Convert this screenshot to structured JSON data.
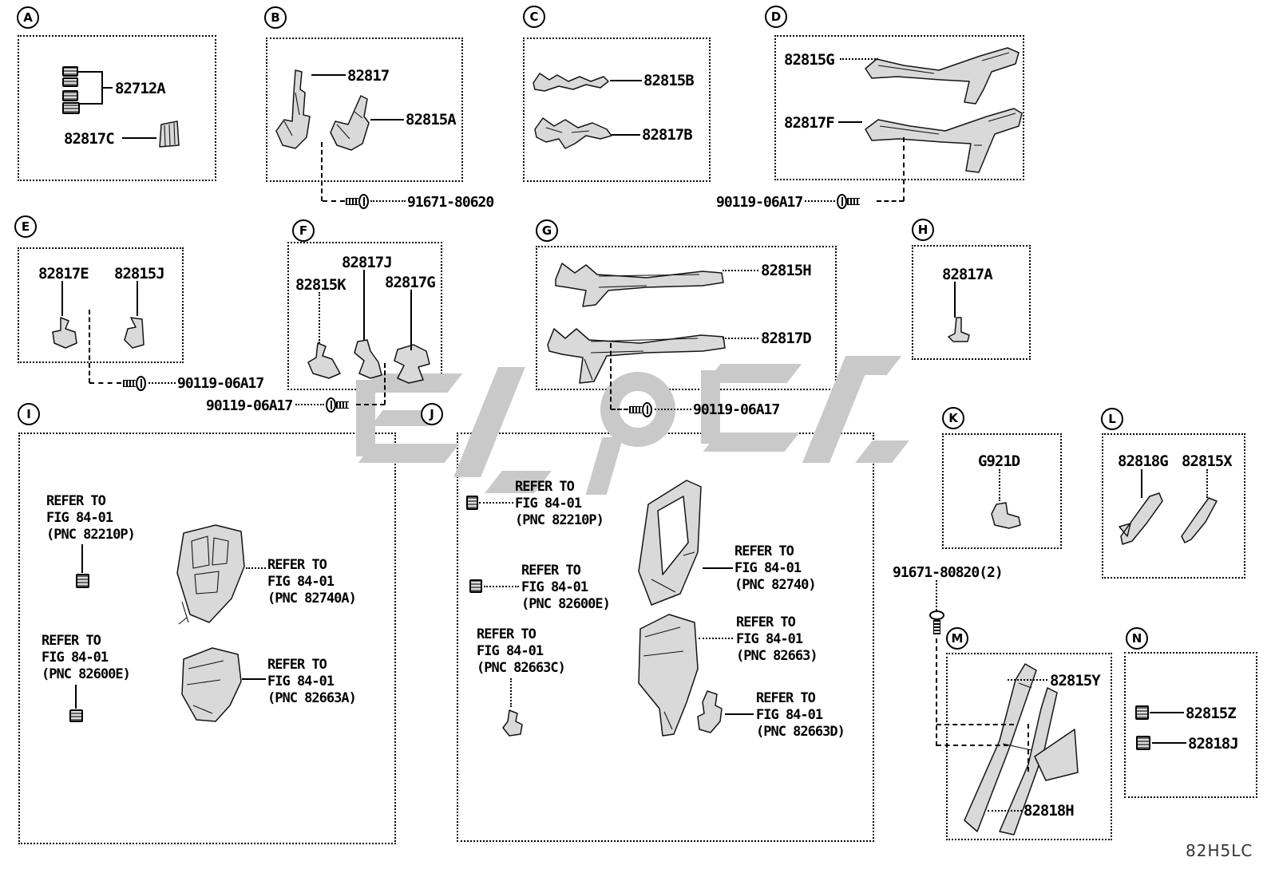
{
  "figure_code": "82H5LC",
  "colors": {
    "ink": "#111111",
    "watermark": "#c9c9c9",
    "background": "#ffffff"
  },
  "icons": {
    "bolt_icon": "hex-washer-head-screw",
    "clip_icon": "wiring-clamp-clip"
  },
  "sections": {
    "a": {
      "letter": "A",
      "part1": "82712A",
      "part2": "82817C"
    },
    "b": {
      "letter": "B",
      "part1": "82817",
      "part2": "82815A",
      "bolt": "91671-80620"
    },
    "c": {
      "letter": "C",
      "part1": "82815B",
      "part2": "82817B"
    },
    "d": {
      "letter": "D",
      "part1": "82815G",
      "part2": "82817F",
      "bolt": "90119-06A17"
    },
    "e": {
      "letter": "E",
      "part1": "82817E",
      "part2": "82815J",
      "bolt": "90119-06A17"
    },
    "f": {
      "letter": "F",
      "part1": "82817J",
      "part2": "82815K",
      "part3": "82817G",
      "bolt": "90119-06A17"
    },
    "g": {
      "letter": "G",
      "part1": "82815H",
      "part2": "82817D",
      "bolt": "90119-06A17"
    },
    "h": {
      "letter": "H",
      "part1": "82817A"
    },
    "i": {
      "letter": "I",
      "refs": [
        {
          "l1": "REFER TO",
          "l2": "FIG 84-01",
          "l3": "(PNC 82210P)"
        },
        {
          "l1": "REFER TO",
          "l2": "FIG 84-01",
          "l3": "(PNC 82740A)"
        },
        {
          "l1": "REFER TO",
          "l2": "FIG 84-01",
          "l3": "(PNC 82600E)"
        },
        {
          "l1": "REFER TO",
          "l2": "FIG 84-01",
          "l3": "(PNC 82663A)"
        }
      ]
    },
    "j": {
      "letter": "J",
      "refs": [
        {
          "l1": "REFER TO",
          "l2": "FIG 84-01",
          "l3": "(PNC 82210P)"
        },
        {
          "l1": "REFER TO",
          "l2": "FIG 84-01",
          "l3": "(PNC 82600E)"
        },
        {
          "l1": "REFER TO",
          "l2": "FIG 84-01",
          "l3": "(PNC 82663C)"
        },
        {
          "l1": "REFER TO",
          "l2": "FIG 84-01",
          "l3": "(PNC 82740)"
        },
        {
          "l1": "REFER TO",
          "l2": "FIG 84-01",
          "l3": "(PNC 82663)"
        },
        {
          "l1": "REFER TO",
          "l2": "FIG 84-01",
          "l3": "(PNC 82663D)"
        }
      ]
    },
    "k": {
      "letter": "K",
      "part1": "G921D"
    },
    "l": {
      "letter": "L",
      "part1": "82818G",
      "part2": "82815X"
    },
    "m": {
      "letter": "M",
      "part1": "82815Y",
      "part2": "82818H",
      "bolt": "91671-80820(2)"
    },
    "n": {
      "letter": "N",
      "part1": "82815Z",
      "part2": "82818J"
    }
  }
}
